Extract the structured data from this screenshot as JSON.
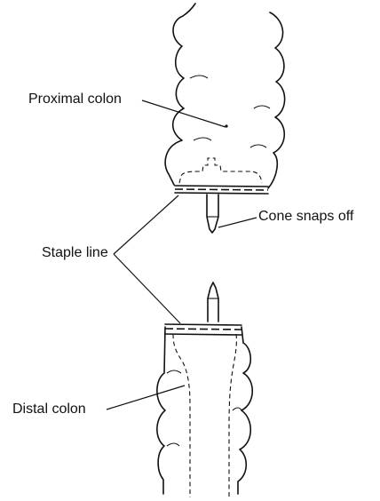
{
  "labels": {
    "proximal": "Proximal colon",
    "cone": "Cone snaps off",
    "staple": "Staple line",
    "distal": "Distal colon"
  }
}
